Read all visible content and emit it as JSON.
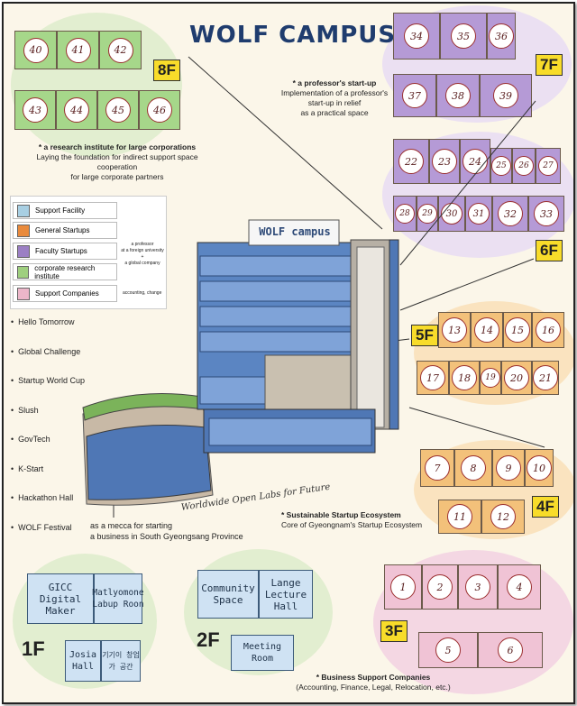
{
  "title": "WOLF CAMPUS",
  "floors": {
    "f8": {
      "label": "8F",
      "rooms_top": [
        "40",
        "41",
        "42"
      ],
      "rooms_bottom": [
        "43",
        "44",
        "45",
        "46"
      ],
      "note_title": "* a research institute for large corporations",
      "note_body_1": "Laying the foundation for indirect support space cooperation",
      "note_body_2": "for large corporate partners"
    },
    "f7": {
      "label": "7F",
      "rooms_top": [
        "34",
        "35",
        "36"
      ],
      "rooms_bottom": [
        "37",
        "38",
        "39"
      ],
      "note_title": "* a professor's start-up",
      "note_body_1": "Implementation of a professor's",
      "note_body_2": "start-up in relief",
      "note_body_3": "as a practical space"
    },
    "f6": {
      "label": "6F",
      "rooms_top": [
        "22",
        "23",
        "24",
        "25",
        "26",
        "27"
      ],
      "rooms_bottom": [
        "28",
        "29",
        "30",
        "31",
        "32",
        "33"
      ]
    },
    "f5": {
      "label": "5F",
      "rooms_top": [
        "13",
        "14",
        "15",
        "16"
      ],
      "rooms_bottom": [
        "17",
        "18",
        "19",
        "20",
        "21"
      ]
    },
    "f4": {
      "label": "4F",
      "rooms_top": [
        "7",
        "8",
        "9",
        "10"
      ],
      "rooms_bottom": [
        "11",
        "12"
      ],
      "note_title": "* Sustainable Startup Ecosystem",
      "note_body_1": "Core of Gyeongnam's Startup Ecosystem"
    },
    "f3": {
      "label": "3F",
      "rooms_top": [
        "1",
        "2",
        "3",
        "4"
      ],
      "rooms_bottom": [
        "5",
        "6"
      ],
      "note_title": "* Business Support Companies",
      "note_body_1": "(Accounting, Finance, Legal, Relocation, etc.)"
    },
    "f2": {
      "label": "2F",
      "community": "Community Space",
      "lecture": "Lange Lecture Hall",
      "meeting": "Meeting Room"
    },
    "f1": {
      "label": "1F",
      "gicc": "GICC Digital Maker",
      "labup": "Matlyomone Labup Roon",
      "josia": "Josia Hall",
      "korean": "기기이 창업가 공간"
    }
  },
  "legend": {
    "items": [
      {
        "label": "Support Facility",
        "color": "#a8cfe3"
      },
      {
        "label": "General Startups",
        "color": "#e98a3c"
      },
      {
        "label": "Faculty Startups",
        "color": "#9b7fc4"
      },
      {
        "label": "corporate research institute",
        "color": "#9fcf7f"
      },
      {
        "label": "Support Companies",
        "color": "#ecb6c9"
      }
    ],
    "note_1": "a professor",
    "note_2": "at a foreign university",
    "note_3": "+",
    "note_4": "a global company",
    "note_5": "accounting, change"
  },
  "events": [
    "Hello Tomorrow",
    "Global Challenge",
    "Startup World Cup",
    "Slush",
    "GovTech",
    "K-Start",
    "Hackathon Hall",
    "WOLF Festival"
  ],
  "building": {
    "sign": "WOLF campus",
    "banner": "Worldwide Open Labs for Future"
  },
  "mecca_1": "as a mecca for starting",
  "mecca_2": "a business in South Gyeongsang Province",
  "colors": {
    "purple": "#b59ad6",
    "green": "#a6d78a",
    "orange": "#f3c17a",
    "pink": "#f0c3d5",
    "blue": "#cfe2f3",
    "tag": "#f8dc2a"
  }
}
